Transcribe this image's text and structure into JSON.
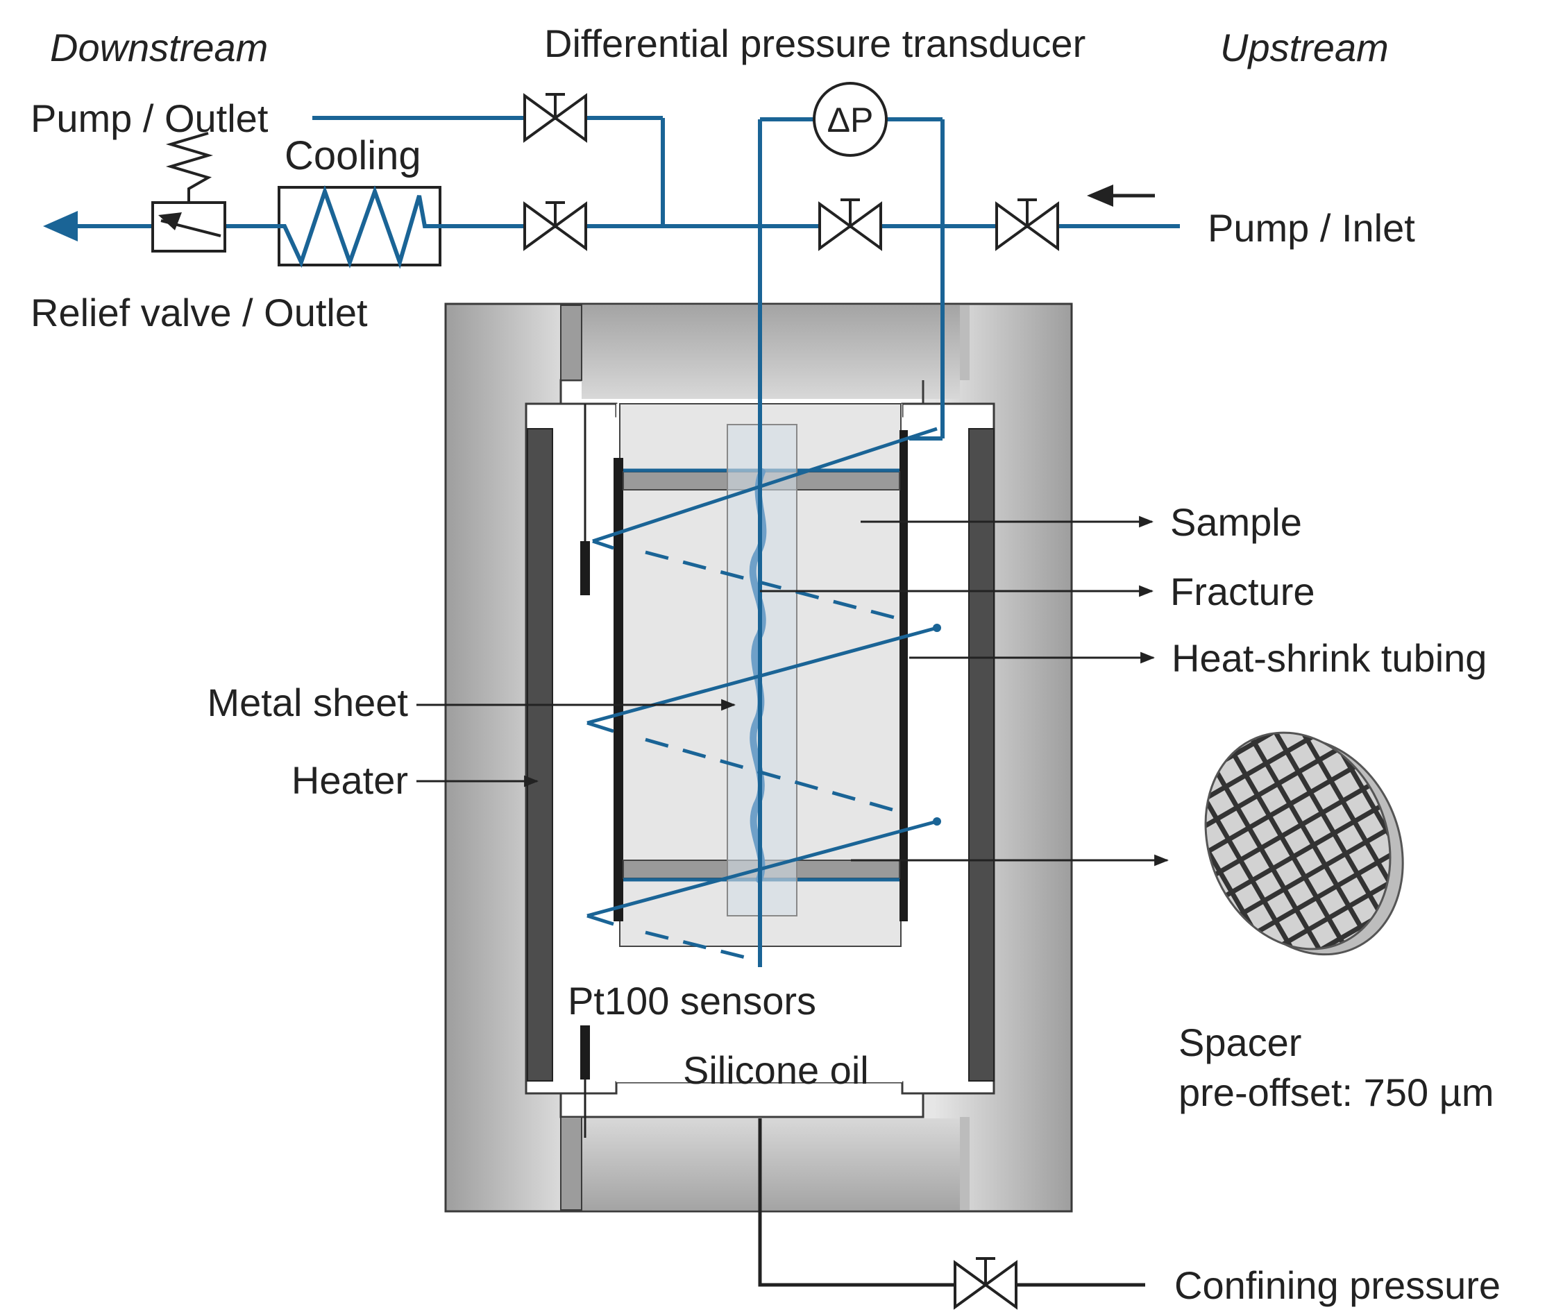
{
  "labels": {
    "downstream": "Downstream",
    "upstream": "Upstream",
    "transducer": "Differential pressure transducer",
    "delta_p": "ΔP",
    "pump_outlet": "Pump / Outlet",
    "cooling": "Cooling",
    "relief_valve": "Relief valve / Outlet",
    "pump_inlet": "Pump / Inlet",
    "sample": "Sample",
    "fracture": "Fracture",
    "heat_shrink": "Heat-shrink tubing",
    "metal_sheet": "Metal sheet",
    "heater": "Heater",
    "pt100": "Pt100 sensors",
    "silicone_oil": "Silicone oil",
    "spacer": "Spacer",
    "spacer_offset": "pre-offset: 750 µm",
    "confining_pressure": "Confining pressure"
  },
  "colors": {
    "line_blue": "#1a6496",
    "vessel_light": "#e2e2e2",
    "vessel_dark": "#a9a9a9",
    "heater": "#4d4d4d",
    "sample_fill": "#e6e6e6",
    "fracture": "#6fa0c8",
    "black_line": "#222222"
  },
  "icons": {
    "valve": "gate-valve-icon",
    "relief": "relief-valve-icon",
    "cooler": "heat-exchanger-coil-icon",
    "gauge": "differential-pressure-gauge-icon",
    "spacer": "grid-spacer-disc-icon"
  }
}
